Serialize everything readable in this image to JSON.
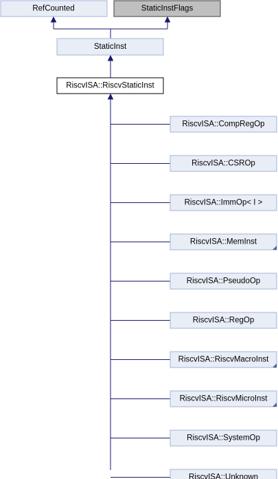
{
  "diagram": {
    "title": "",
    "colors": {
      "link_node_fill": "#e8edf6",
      "link_node_stroke": "#a3b4d7",
      "gray_node_fill": "#bfbfbf",
      "gray_node_stroke": "#404040",
      "current_node_fill": "#ffffff",
      "current_node_stroke": "#000000",
      "edge": "#191970"
    },
    "nodes": {
      "refcounted": {
        "label": "RefCounted",
        "style": "link"
      },
      "staticinstflags": {
        "label": "StaticInstFlags",
        "style": "gray"
      },
      "staticinst": {
        "label": "StaticInst",
        "style": "link"
      },
      "riscvstaticinst": {
        "label": "RiscvISA::RiscvStaticInst",
        "style": "current"
      },
      "children": [
        {
          "key": "compregop",
          "label": "RiscvISA::CompRegOp",
          "has_more": false
        },
        {
          "key": "csrop",
          "label": "RiscvISA::CSROp",
          "has_more": false
        },
        {
          "key": "immop",
          "label": "RiscvISA::ImmOp< I >",
          "has_more": false
        },
        {
          "key": "meminst",
          "label": "RiscvISA::MemInst",
          "has_more": true
        },
        {
          "key": "pseudoop",
          "label": "RiscvISA::PseudoOp",
          "has_more": false
        },
        {
          "key": "regop",
          "label": "RiscvISA::RegOp",
          "has_more": false
        },
        {
          "key": "riscvmacroinst",
          "label": "RiscvISA::RiscvMacroInst",
          "has_more": true
        },
        {
          "key": "riscvmicroinst",
          "label": "RiscvISA::RiscvMicroInst",
          "has_more": true
        },
        {
          "key": "systemop",
          "label": "RiscvISA::SystemOp",
          "has_more": false
        },
        {
          "key": "unknown",
          "label": "RiscvISA::Unknown",
          "has_more": false
        }
      ]
    }
  }
}
